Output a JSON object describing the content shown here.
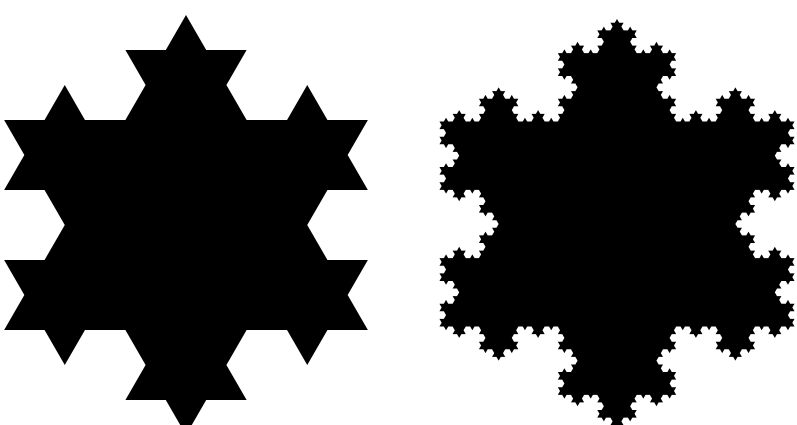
{
  "figures": [
    {
      "name": "koch-snowflake-lower-iteration",
      "iterations": 2,
      "fill": "#000000"
    },
    {
      "name": "koch-snowflake-higher-iteration",
      "iterations": 4,
      "fill": "#000000"
    }
  ],
  "colors": {
    "background": "#ffffff",
    "shape": "#000000"
  }
}
